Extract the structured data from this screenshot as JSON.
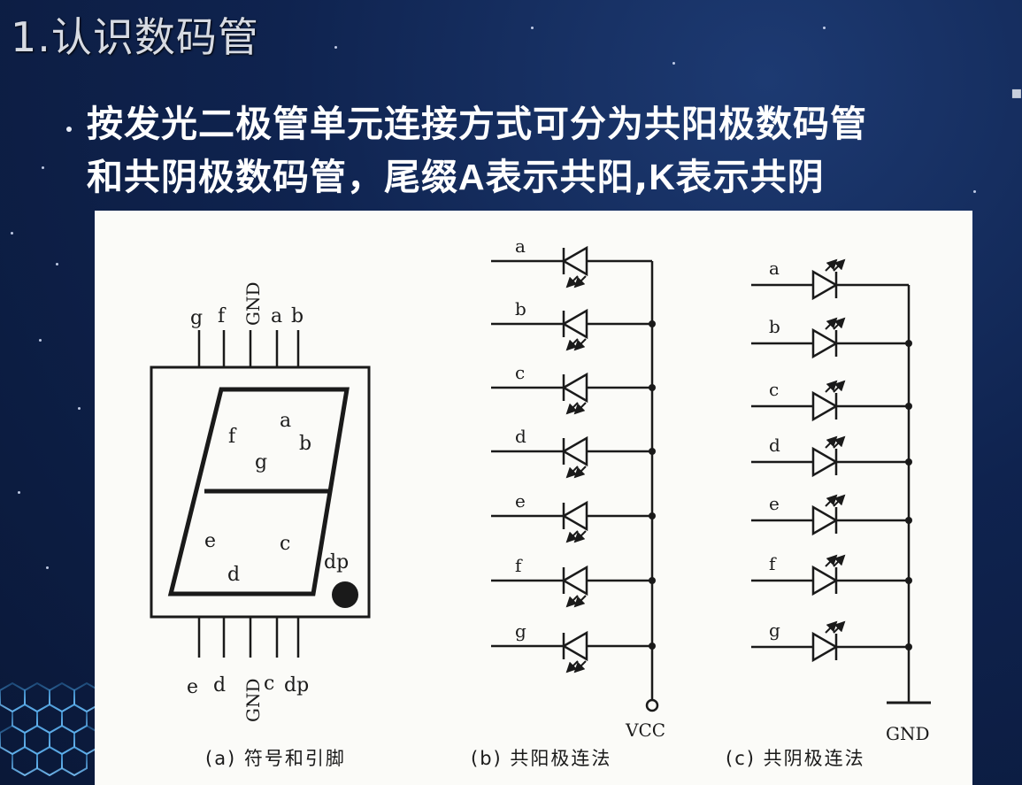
{
  "slide": {
    "title": "1.认识数码管",
    "body_line_1": "按发光二极管单元连接方式可分为共阳极数码管",
    "body_line_2_pre": "和共阴极数码管，尾缀",
    "body_line_2_a": "A",
    "body_line_2_mid": "表示共阳,",
    "body_line_2_k": "K",
    "body_line_2_post": "表示共阴"
  },
  "figure_a": {
    "top_pins": [
      "g",
      "f",
      "GND",
      "a",
      "b"
    ],
    "bottom_pins": [
      "e",
      "d",
      "GND",
      "c",
      "dp"
    ],
    "segment_labels": {
      "a": "a",
      "b": "b",
      "c": "c",
      "d": "d",
      "e": "e",
      "f": "f",
      "g": "g",
      "dp": "dp"
    },
    "caption": "(a) 符号和引脚"
  },
  "figure_b": {
    "inputs": [
      "a",
      "b",
      "c",
      "d",
      "e",
      "f",
      "g"
    ],
    "common_label": "VCC",
    "caption": "(b) 共阳极连法"
  },
  "figure_c": {
    "inputs": [
      "a",
      "b",
      "c",
      "d",
      "e",
      "f",
      "g"
    ],
    "common_label": "GND",
    "caption": "(c) 共阴极连法"
  },
  "colors": {
    "background": "#0f234f",
    "panel": "#fbfbf8",
    "ink": "#1a1a1a",
    "title": "#d7dbe3",
    "body_text": "#ffffff"
  }
}
